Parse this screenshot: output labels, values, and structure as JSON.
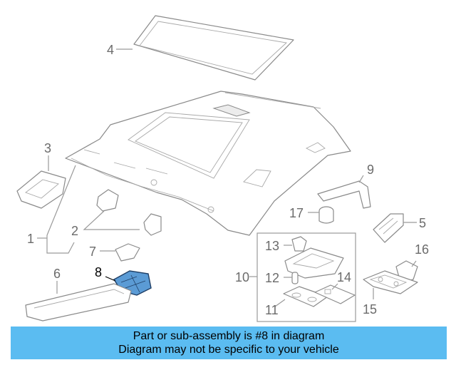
{
  "diagram": {
    "callouts": [
      "1",
      "2",
      "3",
      "4",
      "5",
      "6",
      "7",
      "8",
      "9",
      "10",
      "11",
      "12",
      "13",
      "14",
      "15",
      "16",
      "17"
    ],
    "highlighted_part": "8",
    "highlight_color": "#5b9bd5"
  },
  "banner": {
    "line1": "Part or sub-assembly is #8 in diagram",
    "line2": "Diagram may not be specific to your vehicle",
    "background": "#5bbcf1"
  }
}
